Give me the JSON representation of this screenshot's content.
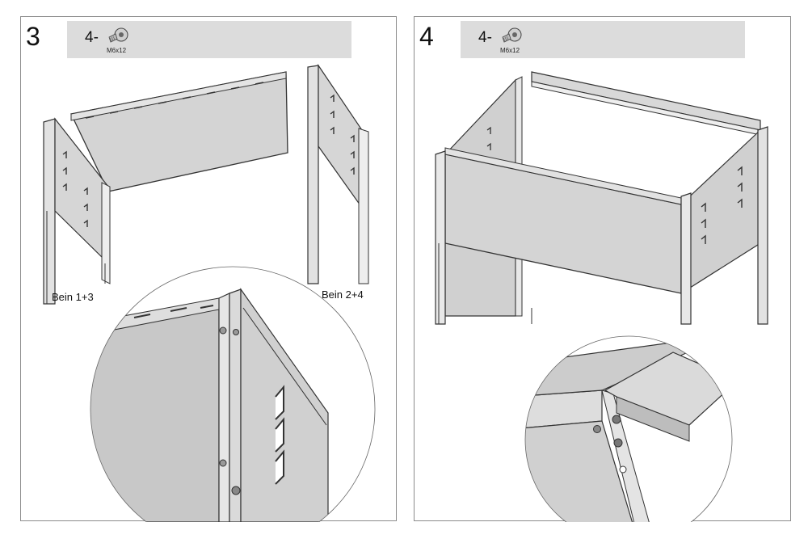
{
  "steps": [
    {
      "number": "3",
      "parts": {
        "quantity": "4-",
        "screw_spec": "M6x12",
        "icon": "hex-socket-screw-icon"
      },
      "labels": {
        "leg_left": "Bein 1+3",
        "leg_right": "Bein 2+4"
      }
    },
    {
      "number": "4",
      "parts": {
        "quantity": "4-",
        "screw_spec": "M6x12",
        "icon": "hex-socket-screw-icon"
      }
    }
  ],
  "colors": {
    "panel_fill": "#d4d4d4",
    "frame_stroke": "#333333",
    "parts_bar": "#dcdcdc",
    "detail_fill": "#c8c8c8"
  }
}
